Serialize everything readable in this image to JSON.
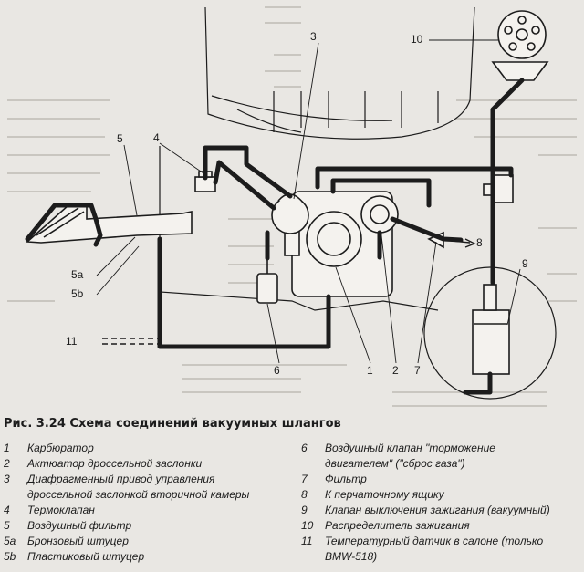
{
  "figure": {
    "caption": "Рис. 3.24 Схема соединений вакуумных шлангов",
    "callouts": [
      "3",
      "4",
      "5",
      "5а",
      "5b",
      "10",
      "8",
      "9",
      "11",
      "6",
      "1",
      "2",
      "7"
    ]
  },
  "legend": {
    "items": [
      {
        "num": "1",
        "text": "Карбюратор"
      },
      {
        "num": "2",
        "text": "Актюатор дроссельной заслонки"
      },
      {
        "num": "3",
        "text": "Диафрагменный привод управления"
      },
      {
        "num": "",
        "text": "дроссельной заслонкой вторичной камеры"
      },
      {
        "num": "4",
        "text": "Термоклапан"
      },
      {
        "num": "5",
        "text": "Воздушный фильтр"
      },
      {
        "num": "5а",
        "text": "Бронзовый штуцер"
      },
      {
        "num": "5b",
        "text": "Пластиковый штуцер"
      },
      {
        "num": "6",
        "text": "Воздушный клапан \"торможение"
      },
      {
        "num": "",
        "text": "двигателем\" (\"сброс газа\")"
      },
      {
        "num": "7",
        "text": "Фильтр"
      },
      {
        "num": "8",
        "text": "К перчаточному ящику"
      },
      {
        "num": "9",
        "text": "Клапан выключения зажигания (вакуумный)"
      },
      {
        "num": "10",
        "text": "Распределитель зажигания"
      },
      {
        "num": "11",
        "text": "Температурный датчик в салоне (только"
      },
      {
        "num": "",
        "text": "BMW-518)"
      }
    ]
  },
  "colors": {
    "ink": "#1c1c1c",
    "paper": "#e9e7e3",
    "faint_text": "#b9b6b0"
  }
}
